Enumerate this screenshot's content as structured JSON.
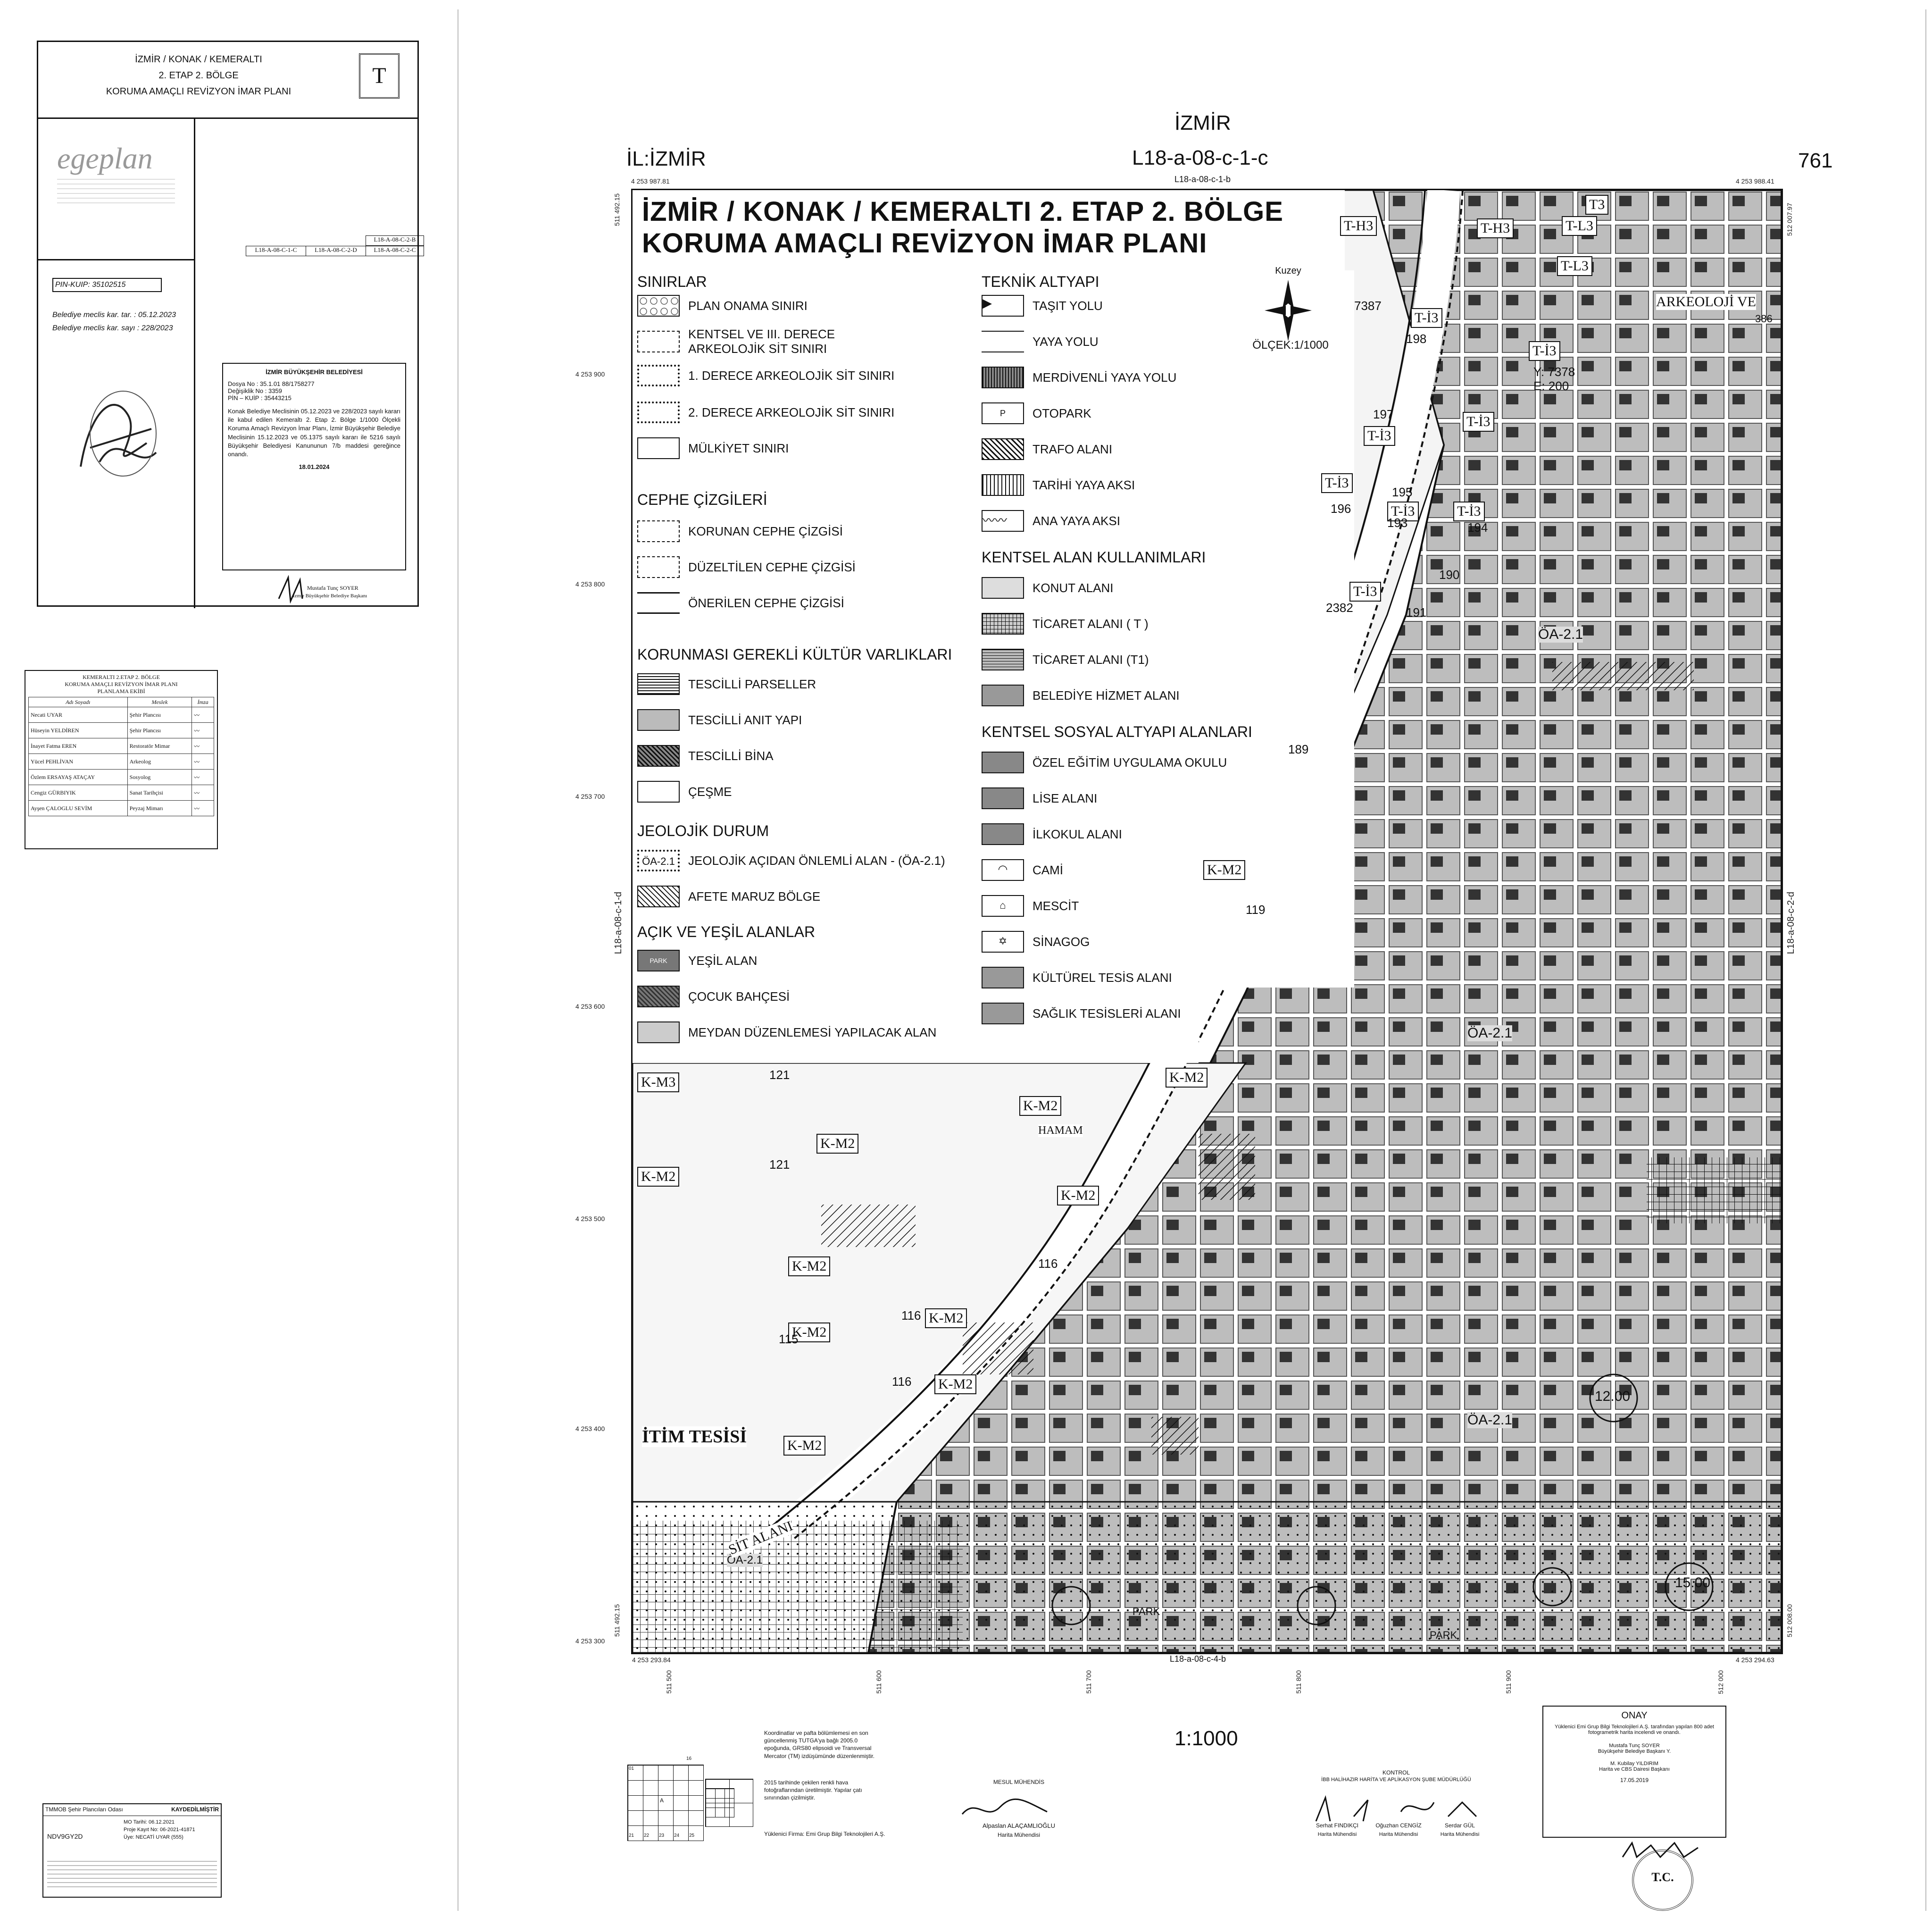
{
  "title_block": {
    "line1": "İZMİR / KONAK / KEMERALTI",
    "line2": "2. ETAP 2. BÖLGE",
    "line3": "KORUMA AMAÇLI REVİZYON İMAR PLANI",
    "stamp_letter": "T"
  },
  "egeplan": {
    "logo": "egeplan"
  },
  "sheet_index": {
    "top_right": "L18-A-08-C-2-B",
    "row": [
      "L18-A-08-C-1-C",
      "L18-A-08-C-2-D",
      "L18-A-08-C-2-C"
    ]
  },
  "pin": {
    "label": "PIN-KUIP: 35102515",
    "meclis_tarih": "Belediye meclis kar. tar. : 05.12.2023",
    "meclis_sayi": "Belediye meclis kar. sayı : 228/2023"
  },
  "approval_stamp": {
    "org": "İZMİR BÜYÜKŞEHİR BELEDİYESİ",
    "dosya": "Dosya No          : 35.1.01 88/1758277",
    "degisiklik": "Değişiklik No     : 3359",
    "pin": "PİN – KUİP        : 35443215",
    "text": "Konak Belediye Meclisinin 05.12.2023 ve 228/2023 sayılı kararı ile kabul edilen Kemeraltı 2. Etap 2. Bölge 1/1000 Ölçekli Koruma Amaçlı Revizyon İmar Planı, İzmir Büyükşehir Belediye Meclisinin 15.12.2023 ve 05.1375 sayılı kararı ile 5216 sayılı Büyükşehir Belediyesi Kanununun 7/b maddesi gereğince onandı.",
    "date": "18.01.2024",
    "signer": "Mustafa Tunç SOYER",
    "signer_title": "İzmir Büyükşehir Belediye Başkanı"
  },
  "team": {
    "title1": "KEMERALTI 2.ETAP 2. BÖLGE",
    "title2": "KORUMA AMAÇLI REVİZYON İMAR PLANI",
    "title3": "PLANLAMA EKİBİ",
    "headers": [
      "Adı Soyadı",
      "Meslek",
      "İmza"
    ],
    "rows": [
      [
        "Necati UYAR",
        "Şehir Plancısı"
      ],
      [
        "Hüseyin YELDİREN",
        "Şehir Plancısı"
      ],
      [
        "İnayet Fatma EREN",
        "Restoratör Mimar"
      ],
      [
        "Yücel PEHLİVAN",
        "Arkeolog"
      ],
      [
        "Özlem ERSAYAŞ ATAÇAY",
        "Sosyolog"
      ],
      [
        "Cengiz GÜRBIYIK",
        "Sanat Tarihçisi"
      ],
      [
        "Ayşen ÇALOGLU SEVİM",
        "Peyzaj Mimarı"
      ]
    ]
  },
  "tmmob": {
    "head1": "TMMOB Şehir Plancıları Odası",
    "head2": "KAYDEDİLMİŞTİR",
    "code": "NDV9GY2D",
    "lines": [
      "MO Tarihi: 06.12.2021",
      "Proje Kayıt No: 06-2021-41871",
      "Üye: NECATİ UYAR (555)"
    ]
  },
  "map_header": {
    "il": "İL:İZMİR",
    "city": "İZMİR",
    "sheet": "L18-a-08-c-1-c",
    "number": "761",
    "sheet_top": "L18-a-08-c-1-b",
    "sheet_bottom": "L18-a-08-c-4-b",
    "sheet_left": "L18-a-08-c-1-d",
    "sheet_right": "L18-a-08-c-2-d"
  },
  "coords": {
    "top_left": "4 253 987.81",
    "top_right": "4 253 988.41",
    "bottom_left": "4 253 293.84",
    "bottom_right": "4 253 294.63",
    "lat": [
      "4 253 900",
      "4 253 800",
      "4 253 700",
      "4 253 600",
      "4 253 500",
      "4 253 400",
      "4 253 300"
    ],
    "lon": [
      "511 500",
      "511 600",
      "511 700",
      "511 800",
      "511 900",
      "512 000"
    ],
    "left_top": "511 492.15",
    "right_top": "512 007.97",
    "left_bottom": "511 492.15",
    "right_bottom": "512 008.00"
  },
  "plan_title": {
    "line1": "İZMİR / KONAK / KEMERALTI 2. ETAP 2. BÖLGE",
    "line2": "KORUMA AMAÇLI REVİZYON İMAR PLANI"
  },
  "north": {
    "label": "Kuzey",
    "scale": "ÖLÇEK:1/1000"
  },
  "legend": {
    "sinirlar": {
      "title": "SINIRLAR",
      "items": [
        "PLAN ONAMA SINIRI",
        "KENTSEL VE III. DERECE ARKEOLOJİK SİT SINIRI",
        "1. DERECE ARKEOLOJİK SİT SINIRI",
        "2. DERECE ARKEOLOJİK SİT SINIRI",
        "MÜLKİYET SINIRI"
      ]
    },
    "cephe": {
      "title": "CEPHE ÇİZGİLERİ",
      "items": [
        "KORUNAN CEPHE ÇİZGİSİ",
        "DÜZELTİLEN CEPHE ÇİZGİSİ",
        "ÖNERİLEN CEPHE ÇİZGİSİ"
      ]
    },
    "kultur": {
      "title": "KORUNMASI GEREKLİ KÜLTÜR VARLIKLARI",
      "items": [
        "TESCİLLİ PARSELLER",
        "TESCİLLİ ANIT YAPI",
        "TESCİLLİ BİNA",
        "ÇEŞME"
      ]
    },
    "jeoloji": {
      "title": "JEOLOJİK DURUM",
      "items": [
        "JEOLOJİK AÇIDAN ÖNLEMLİ ALAN - (ÖA-2.1)",
        "AFETE MARUZ BÖLGE"
      ],
      "oa": "ÖA-2.1"
    },
    "yesil": {
      "title": "AÇIK VE YEŞİL ALANLAR",
      "items": [
        "YEŞİL ALAN",
        "ÇOCUK BAHÇESİ",
        "MEYDAN DÜZENLEMESİ YAPILACAK ALAN"
      ],
      "park": "PARK"
    },
    "teknik": {
      "title": "TEKNİK ALTYAPI",
      "items": [
        "TAŞIT YOLU",
        "YAYA YOLU",
        "MERDİVENLİ YAYA YOLU",
        "OTOPARK",
        "TRAFO ALANI",
        "TARİHİ YAYA AKSI",
        "ANA YAYA AKSI"
      ]
    },
    "kullanim": {
      "title": "KENTSEL ALAN KULLANIMLARI",
      "items": [
        "KONUT ALANI",
        "TİCARET ALANI ( T )",
        "TİCARET ALANI (T1)",
        "BELEDİYE HİZMET ALANI"
      ]
    },
    "sosyal": {
      "title": "KENTSEL SOSYAL ALTYAPI ALANLARI",
      "items": [
        "ÖZEL EĞİTİM UYGULAMA OKULU",
        "LİSE ALANI",
        "İLKOKUL ALANI",
        "CAMİ",
        "MESCİT",
        "SİNAGOG",
        "KÜLTÜREL TESİS ALANI",
        "SAĞLIK TESİSLERİ ALANI"
      ]
    }
  },
  "map_labels": [
    "T-H3",
    "T-H3",
    "T3",
    "T-L3",
    "T-L3",
    "T-İ3",
    "T-İ3",
    "T-İ3",
    "T-İ3",
    "T-İ3",
    "T-İ3",
    "T-İ3",
    "T-İ3",
    "K-M2",
    "K-M2",
    "K-M2",
    "K-M2",
    "K-M2",
    "K-M2",
    "K-M2",
    "K-M2",
    "K-M2",
    "K-M2",
    "K-M3",
    "K-M2",
    "ÖA-2.1",
    "ÖA-2.1",
    "ÖA-2.1",
    "ÖA-2.1",
    "ARKEOLOJİ VE",
    "HAMAM",
    "İTİM TESİSİ",
    "SİT ALANI",
    "PARK",
    "PARK"
  ],
  "map_numbers": [
    "7387",
    "198",
    "197",
    "196",
    "195",
    "193",
    "194",
    "190",
    "2382",
    "191",
    "189",
    "119",
    "121",
    "121",
    "116",
    "116",
    "115",
    "116",
    "386",
    "Y: 7378",
    "E: 200",
    "12.00",
    "15.00"
  ],
  "bottom": {
    "scale": "1:1000",
    "coord_note": "Koordinatlar ve pafta bölümlemesi en son güncellenmiş TUTGA'ya bağlı 2005.0 epoğunda, GRS80 elipsoidi ve Transversal Mercator (TM) izdüşümünde düzenlenmiştir.",
    "coord_note2": "2015 tarihinde çekilen renkli hava fotoğraflarından üretilmiştir. Yapılar çatı sınırından çizilmiştir.",
    "firm": "Yüklenici Firma: Emi Grup Bilgi Teknolojileri A.Ş.",
    "index_nums": [
      "01",
      "16",
      "21",
      "22",
      "23",
      "24",
      "25"
    ],
    "index_letters": [
      "A"
    ],
    "mesul": "MESUL MÜHENDİS",
    "mesul_name": "Alpaslan ALAÇAMLIOĞLU",
    "mesul_title": "Harita Mühendisi",
    "kontrol": "KONTROL",
    "kontrol_org": "İBB HALİHAZIR HARİTA VE APLİKASYON ŞUBE MÜDÜRLÜĞÜ",
    "kontrol_names": [
      "Serhat FINDIKÇI",
      "Oğuzhan CENGİZ",
      "Serdar GÜL"
    ],
    "kontrol_title": "Harita Mühendisi",
    "onay": "ONAY",
    "onay_text": "Yüklenici Emi Grup Bilgi Teknolojileri A.Ş. tarafından yapılan 800 adet fotogrametrik harita incelendi ve onandı.",
    "onay_name1": "Mustafa Tunç SOYER",
    "onay_title1": "Büyükşehir Belediye Başkanı Y.",
    "onay_name2": "M. Kubilay YILDIRIM",
    "onay_title2": "Harita ve CBS Dairesi Başkanı",
    "onay_date": "17.05.2019",
    "seal": "T.C."
  }
}
